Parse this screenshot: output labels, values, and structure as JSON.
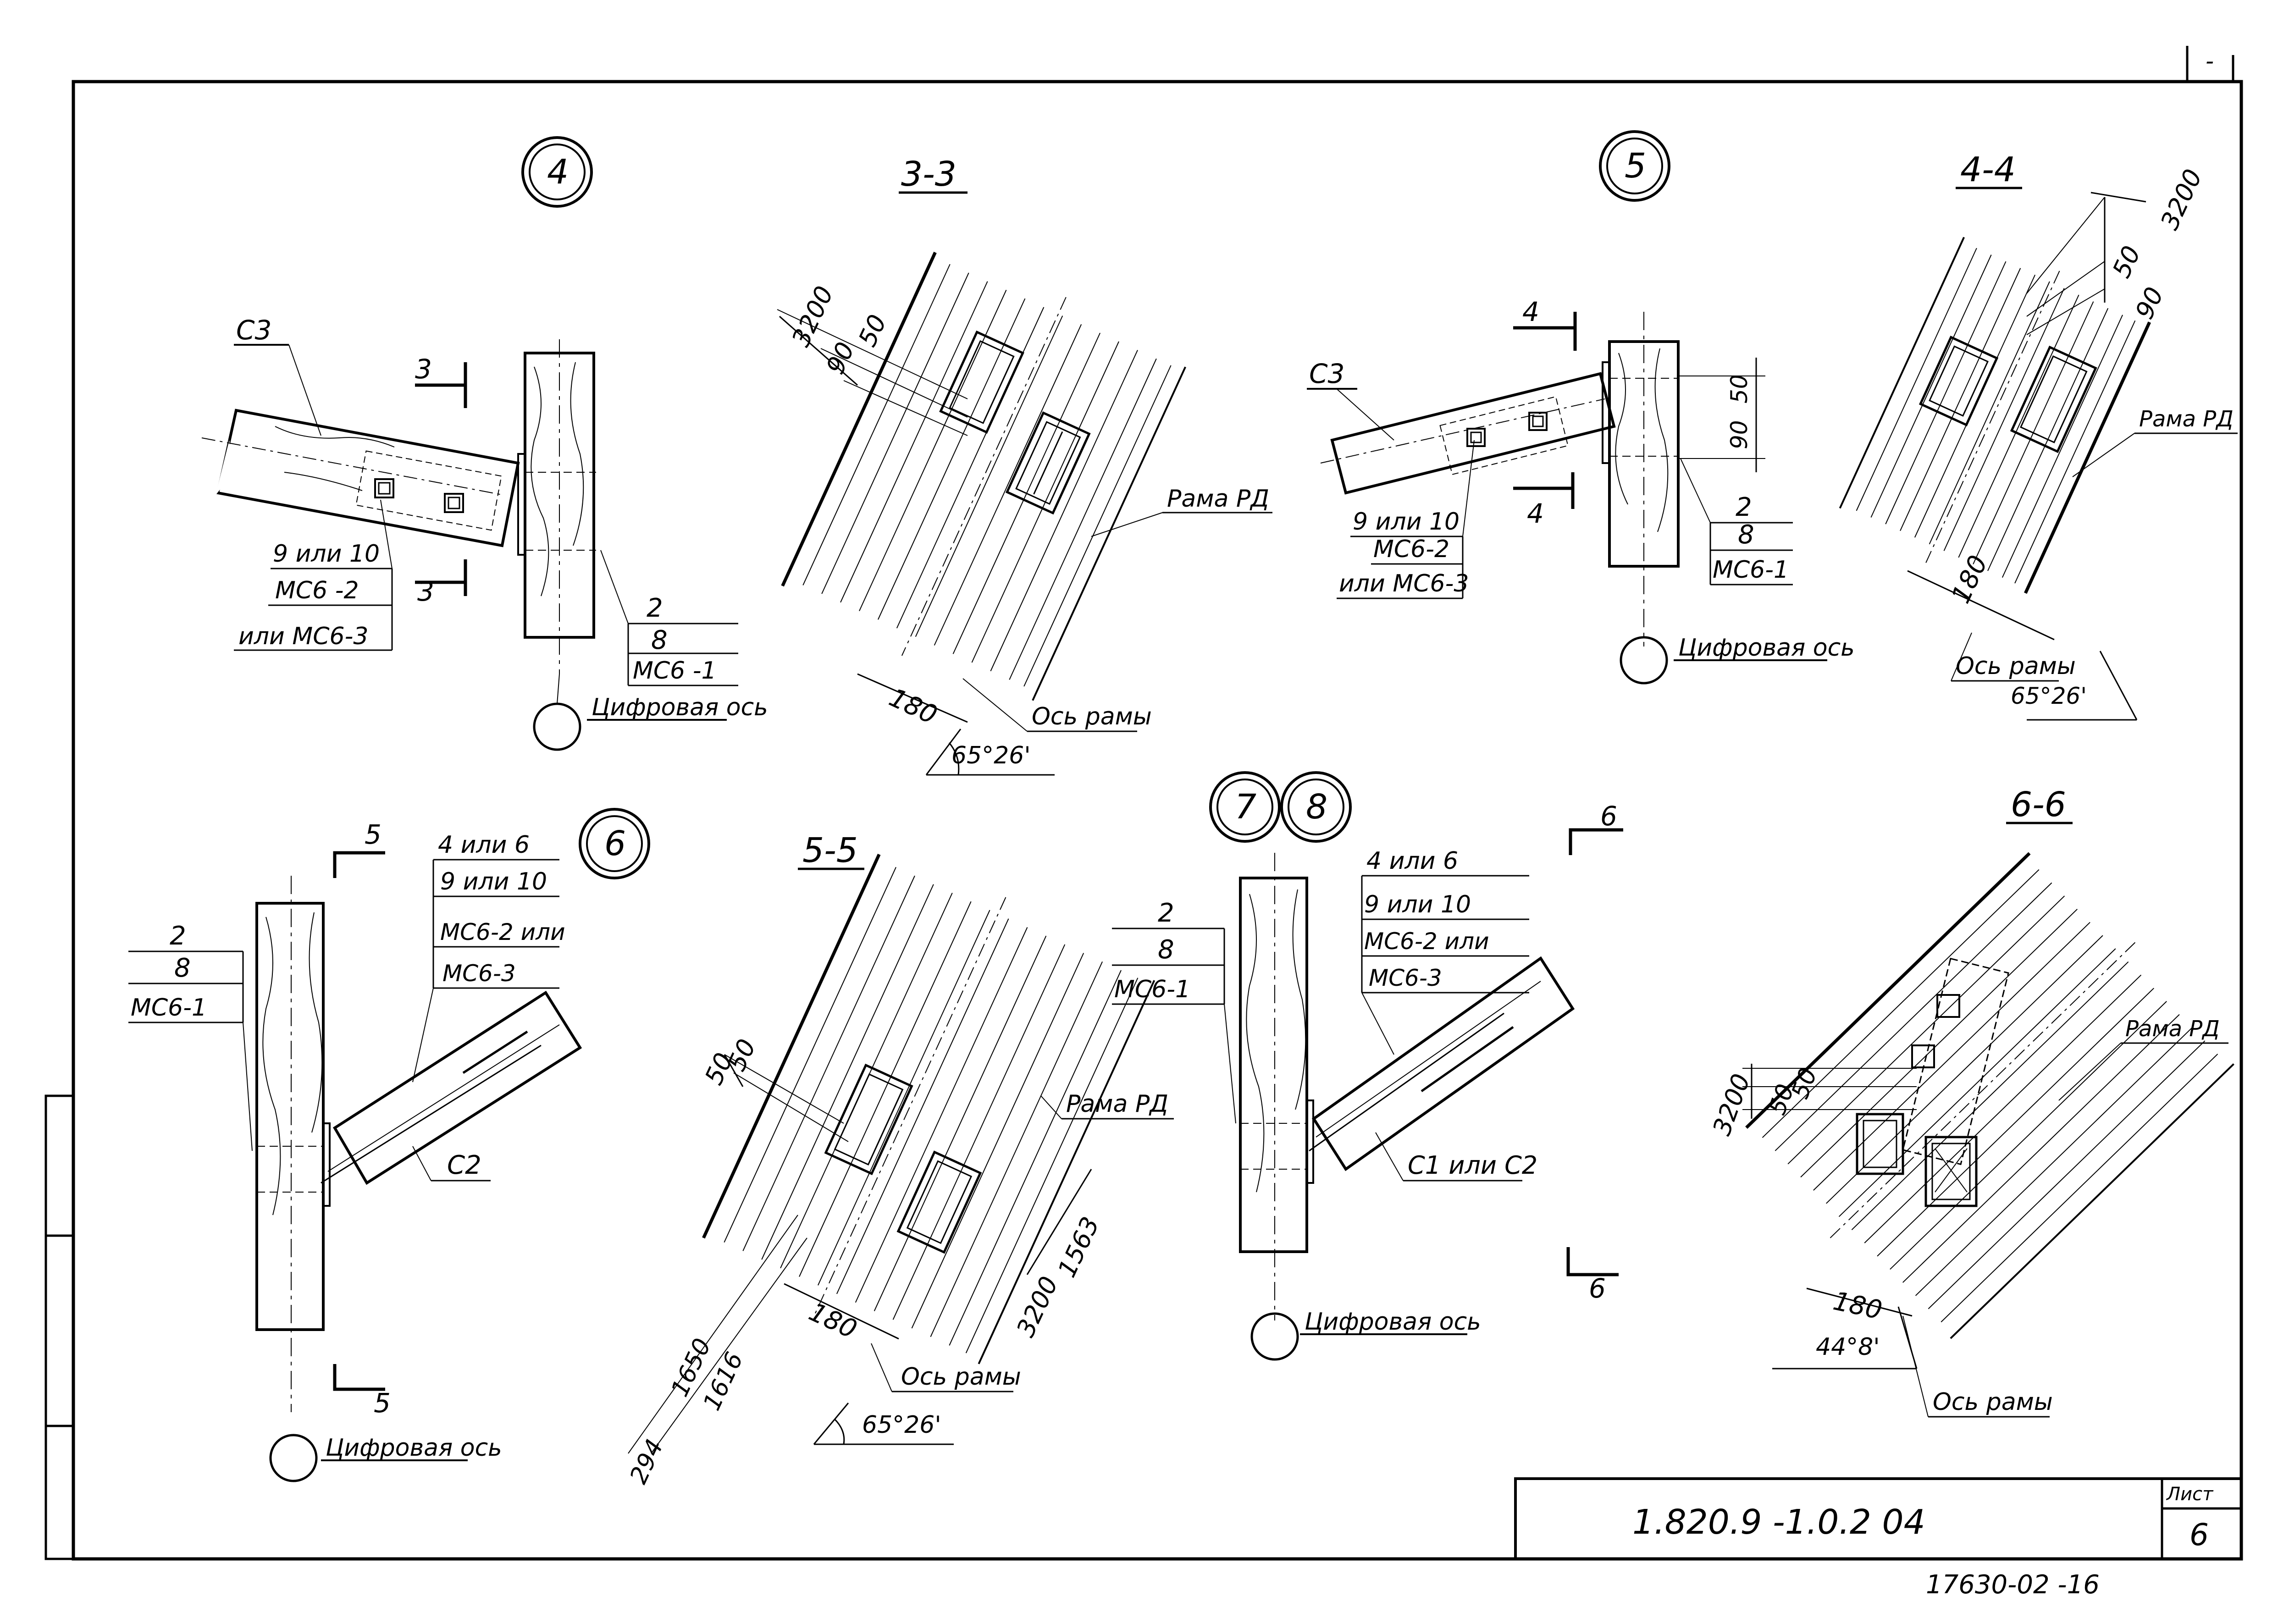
{
  "sheet": {
    "code": "1.820.9 -1.0.2 04",
    "sheet_label": "Лист",
    "sheet_number": "6",
    "inventory": "17630-02  -16",
    "corner_mark": "-"
  },
  "node4": {
    "number": "4",
    "member": "C3",
    "section_mark": "3",
    "callout_left": [
      "9 или 10",
      "МС6 -2",
      "или МС6-3"
    ],
    "callout_right": [
      "2",
      "8",
      "МС6 -1"
    ],
    "axis": "Цифровая ось"
  },
  "sec33": {
    "title": "3-3",
    "dims": [
      "3200",
      "90",
      "50",
      "180"
    ],
    "frame": "Рама РД",
    "axis": "Ось рамы",
    "angle": "65°26'"
  },
  "node5": {
    "number": "5",
    "member": "C3",
    "section_mark": "4",
    "dims": [
      "50",
      "90"
    ],
    "callout_left": [
      "9 или 10",
      "МС6-2",
      "или МС6-3"
    ],
    "callout_right": [
      "2",
      "8",
      "МС6-1"
    ],
    "axis": "Цифровая ось"
  },
  "sec44": {
    "title": "4-4",
    "dims": [
      "3200",
      "50",
      "90",
      "180"
    ],
    "frame": "Рама РД",
    "axis": "Ось рамы",
    "angle": "65°26'"
  },
  "node6": {
    "number": "6",
    "member": "C2",
    "section_mark": "5",
    "callout_left": [
      "2",
      "8",
      "МС6-1"
    ],
    "callout_right": [
      "4 или 6",
      "9 или 10",
      "МС6-2 или",
      "МС6-3"
    ],
    "axis": "Цифровая ось"
  },
  "sec55": {
    "title": "5-5",
    "dims": [
      "50",
      "50",
      "180",
      "1563",
      "3200",
      "1650",
      "1616",
      "294"
    ],
    "frame": "Рама РД",
    "axis": "Ось рамы",
    "angle": "65°26'"
  },
  "node78": {
    "numbers": [
      "7",
      "8"
    ],
    "member": "C1 или C2",
    "section_mark": "6",
    "callout_left": [
      "2",
      "8",
      "МС6-1"
    ],
    "callout_right": [
      "4 или 6",
      "9 или 10",
      "МС6-2 или",
      "МС6-3"
    ],
    "axis": "Цифровая ось"
  },
  "sec66": {
    "title": "6-6",
    "dims": [
      "3200",
      "50",
      "50",
      "180"
    ],
    "frame": "Рама РД",
    "axis": "Ось рамы",
    "angle": "44°8'"
  }
}
